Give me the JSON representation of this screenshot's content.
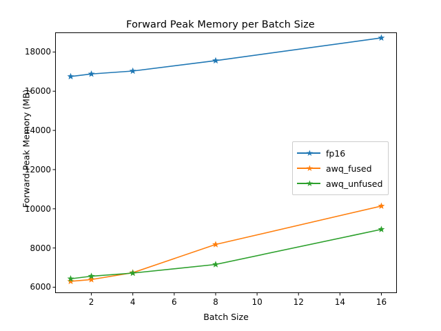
{
  "chart_data": {
    "type": "line",
    "title": "Forward Peak Memory per Batch Size",
    "xlabel": "Batch Size",
    "ylabel": "Forward Peak Memory (MB)",
    "x": [
      1,
      2,
      4,
      8,
      16
    ],
    "xlim": [
      0.25,
      16.75
    ],
    "ylim": [
      5700,
      19000
    ],
    "xticks": [
      2,
      4,
      6,
      8,
      10,
      12,
      14,
      16
    ],
    "yticks": [
      6000,
      8000,
      10000,
      12000,
      14000,
      16000,
      18000
    ],
    "grid": false,
    "legend_position": "center right",
    "marker": "star",
    "series": [
      {
        "name": "fp16",
        "color": "#1f77b4",
        "values": [
          16750,
          16880,
          17030,
          17560,
          18720
        ]
      },
      {
        "name": "awq_fused",
        "color": "#ff7f0e",
        "values": [
          6300,
          6390,
          6740,
          8180,
          10140
        ]
      },
      {
        "name": "awq_unfused",
        "color": "#2ca02c",
        "values": [
          6430,
          6560,
          6720,
          7160,
          8950
        ]
      }
    ]
  },
  "figure": {
    "background": "#ffffff",
    "axes_color": "#000000"
  }
}
